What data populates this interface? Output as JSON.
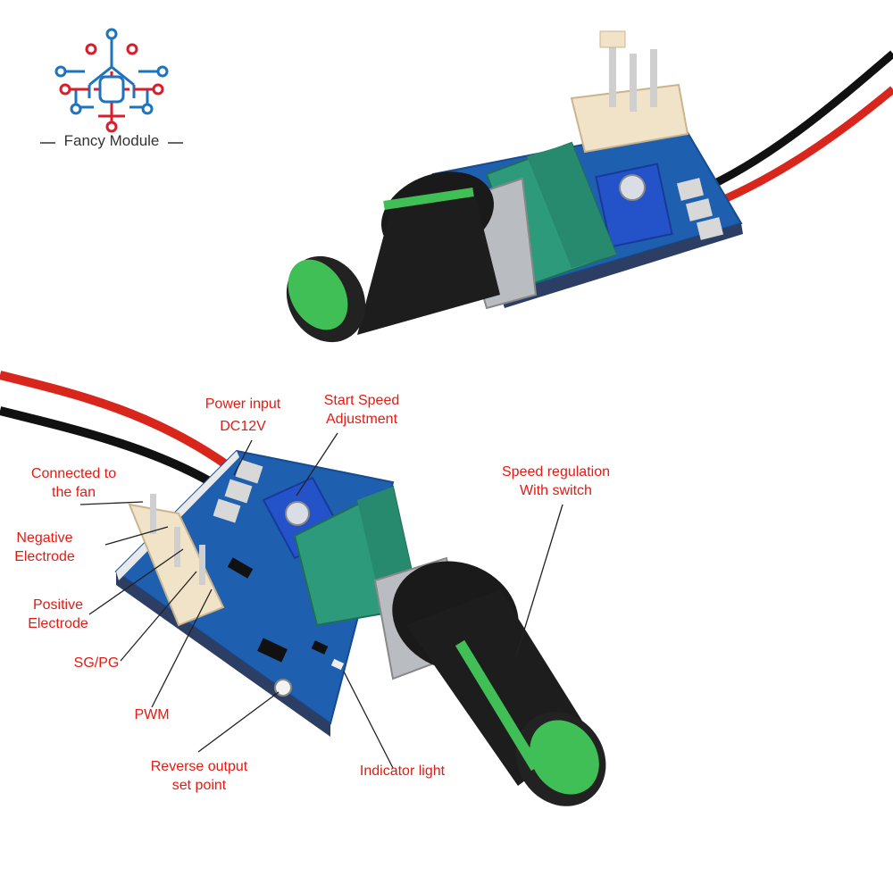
{
  "logo": {
    "text": "Fancy Module",
    "icon": "circuit-logo-icon",
    "colors": {
      "red": "#d81e2a",
      "blue": "#1e73be"
    }
  },
  "labels": {
    "power_input": [
      "Power input",
      "DC12V"
    ],
    "start_speed": [
      "Start Speed",
      "Adjustment"
    ],
    "connected_fan": [
      "Connected to",
      "the fan"
    ],
    "negative": [
      "Negative",
      "Electrode"
    ],
    "positive": [
      "Positive",
      "Electrode"
    ],
    "sgpg": "SG/PG",
    "pwm": "PWM",
    "reverse_output": [
      "Reverse output",
      "set point"
    ],
    "speed_regulation": [
      "Speed regulation",
      "With switch"
    ],
    "indicator": "Indicator light"
  },
  "colors": {
    "label_red": "#e31b13",
    "pcb_blue": "#1f5fb0",
    "pot_green": "#2e9a7c",
    "knob_green": "#3fbf55",
    "connector_beige": "#f1e3c8"
  }
}
